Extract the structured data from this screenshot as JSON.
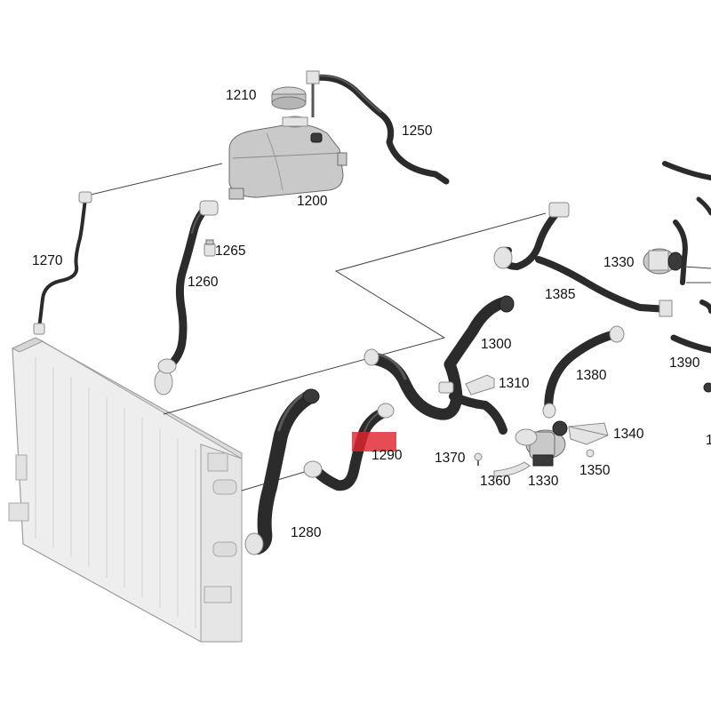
{
  "parts": {
    "p1210": "1210",
    "p1250": "1250",
    "p1200": "1200",
    "p1270": "1270",
    "p1265": "1265",
    "p1260": "1260",
    "p1330a": "1330",
    "p1385": "1385",
    "p1390": "1390",
    "p1300": "1300",
    "p1310": "1310",
    "p1380": "1380",
    "p1340": "1340",
    "p1370": "1370",
    "p1290": "1290",
    "p1350": "1350",
    "p1360": "1360",
    "p1330b": "1330",
    "p1280": "1280",
    "p_cut": "1"
  },
  "colors": {
    "hose": "#2b2b2b",
    "part": "#c9c9c9",
    "radiator": "#eeeeee",
    "highlight": "#e0242e"
  },
  "highlight_target": "1290"
}
